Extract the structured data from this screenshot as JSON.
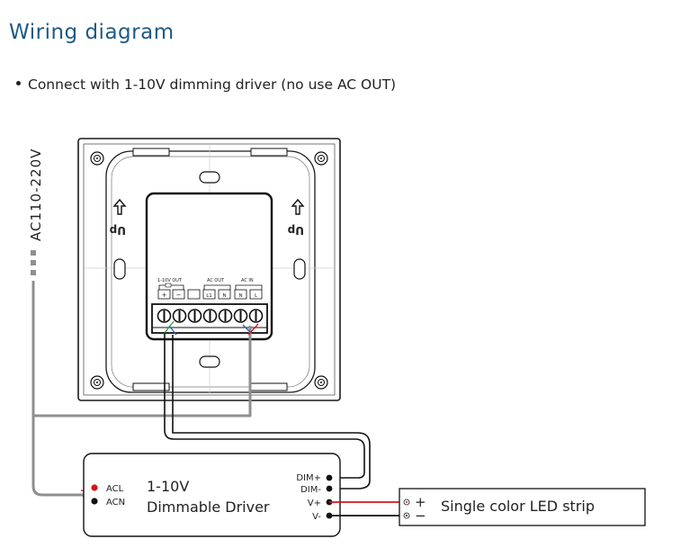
{
  "title": "Wiring diagram",
  "bullet": "Connect with 1-10V dimming driver (no use AC OUT)",
  "power_label": "AC110-220V",
  "panel": {
    "up_label": "Up",
    "terminal_groups": [
      "1-10V OUT",
      "AC OUT",
      "AC IN"
    ],
    "terminals": [
      "+",
      "−",
      "",
      "L1",
      "N",
      "N",
      "L"
    ]
  },
  "driver": {
    "title_line1": "1-10V",
    "title_line2": "Dimmable Driver",
    "inputs": [
      "ACL",
      "ACN"
    ],
    "outputs": [
      "DIM+",
      "DIM-",
      "V+",
      "V-"
    ]
  },
  "led": {
    "label": "Single color LED strip",
    "plus": "+",
    "minus": "−"
  },
  "colors": {
    "title": "#1e5a86",
    "wire_gray": "#8f8f8f",
    "wire_black": "#111111",
    "wire_red": "#d4141b",
    "wire_blue": "#2a5fb0",
    "wire_green": "#2c9a4a"
  }
}
